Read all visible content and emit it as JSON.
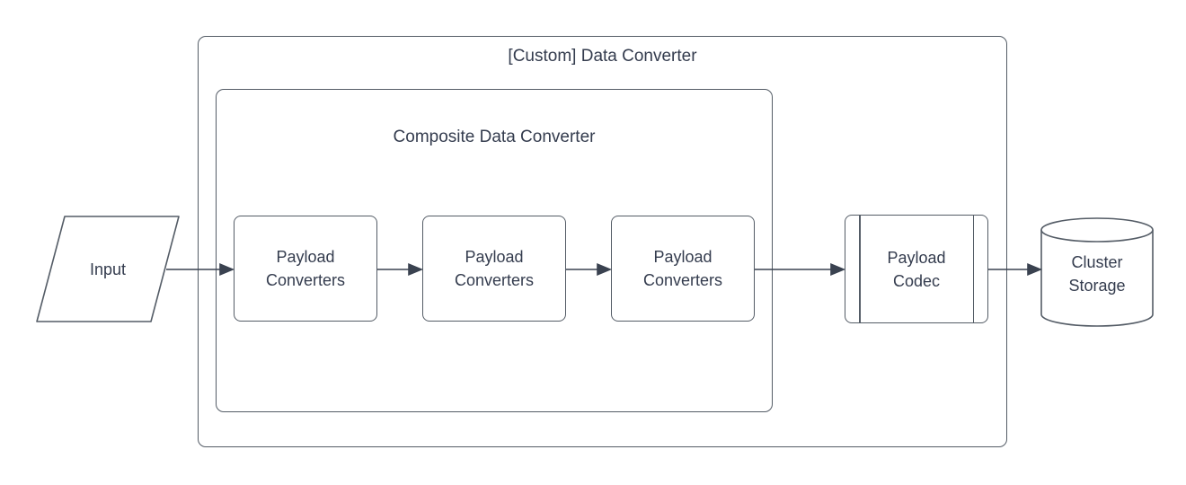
{
  "diagram": {
    "title": "[Custom] Data Converter",
    "composite": {
      "title": "Composite Data Converter"
    },
    "nodes": {
      "input": "Input",
      "payload_converter_1": "Payload\nConverters",
      "payload_converter_2": "Payload\nConverters",
      "payload_converter_3": "Payload\nConverters",
      "payload_codec": "Payload\nCodec",
      "cluster_storage": "Cluster\nStorage"
    },
    "colors": {
      "stroke": "#545c66",
      "text": "#343c4e",
      "background": "#ffffff"
    }
  }
}
